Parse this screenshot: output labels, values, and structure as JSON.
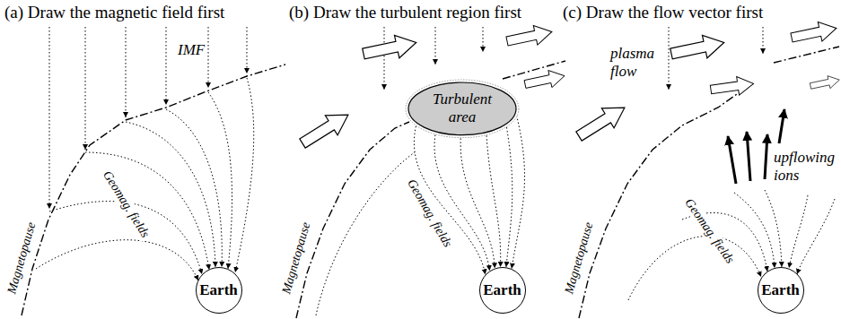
{
  "diagram": {
    "nodes": [
      {
        "text": [
          "Earth"
        ]
      },
      {
        "text": [
          "Turbulent area"
        ]
      },
      {
        "text": [
          "Earth"
        ]
      },
      {
        "text": [
          "Earth"
        ]
      }
    ],
    "edges": [
      {
        "from": 1,
        "to": 2,
        "arrow": "to"
      },
      {
        "from": 1,
        "to": 2,
        "arrow": "to"
      },
      {
        "from": 1,
        "to": 2,
        "arrow": "to"
      },
      {
        "from": 1,
        "to": 2,
        "arrow": "to"
      },
      {
        "from": 1,
        "to": 2,
        "arrow": "to"
      },
      {
        "from": 1,
        "to": 2,
        "arrow": "to"
      }
    ],
    "labels": [
      "(a) Draw the magnetic field first",
      "IMF",
      "Magnetopause",
      "Geomag. fields",
      "(b) Draw the turbulent region first",
      "Magnetopause",
      "Geomag. fields",
      "(c) Draw the flow vector first",
      "plasma flow",
      "upflowing ions",
      "Magnetopause",
      "Geomag. fields"
    ]
  }
}
